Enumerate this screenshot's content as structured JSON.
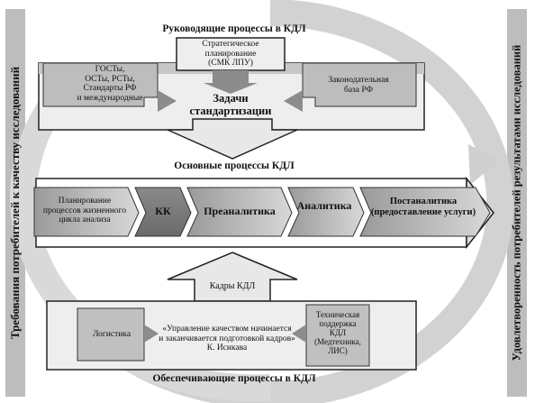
{
  "diagram": {
    "side_left": "Требования потребителей к качеству исследований",
    "side_right": "Удовлетворенность потребителей результатами исследований",
    "top_title": "Руководящие процессы в КДЛ",
    "strategic": "Стратегическое\nпланирование\n(СМК ЛПУ)",
    "gosts": "ГОСТы,\nОСТы, РСТы,\nСтандарты РФ\nи международные",
    "legal_base": "Законодательная\nбаза РФ",
    "tasks": "Задачи\nстандартизации",
    "main_title": "Основные процессы КДЛ",
    "planning": "Планирование\nпроцессов жизненного\nцикла анализа",
    "kk": "КК",
    "preanalytics": "Преаналитика",
    "analytics": "Аналитика",
    "postanalytics": "Постаналитика\n(предоставление услуги)",
    "staff": "Кадры КДЛ",
    "logistics": "Логистика",
    "quote": "«Управление качеством начинается\nи заканчивается подготовкой кадров»\nК. Исикава",
    "tech_support": "Техническая\nподдержка\nКДЛ\n(Медтехника,\nЛИС)",
    "bottom_title": "Обеспечивающие процессы в КДЛ"
  }
}
